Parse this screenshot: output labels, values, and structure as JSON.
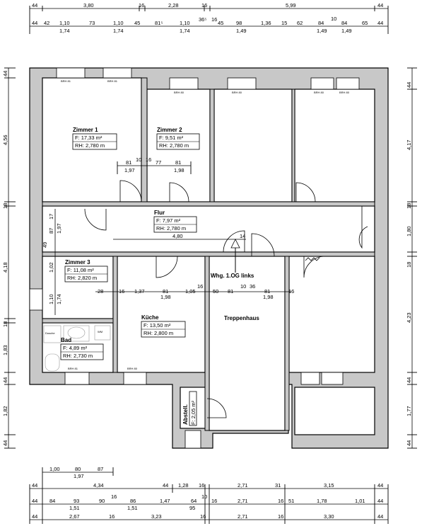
{
  "rooms": {
    "zimmer1": {
      "name": "Zimmer 1",
      "area": "F:   17,33 m²",
      "height": "RH: 2,780 m"
    },
    "zimmer2": {
      "name": "Zimmer 2",
      "area": "F:   9,51 m²",
      "height": "RH: 2,780 m"
    },
    "flur": {
      "name": "Flur",
      "area": "F:   7,97 m²",
      "height": "RH: 2,780 m"
    },
    "zimmer3": {
      "name": "Zimmer 3",
      "area": "F:   11,08 m²",
      "height": "RH: 2,820 m"
    },
    "kueche": {
      "name": "Küche",
      "area": "F:   13,50 m²",
      "height": "RH: 2,800 m"
    },
    "bad": {
      "name": "Bad",
      "area": "F:   4,89 m²",
      "height": "RH: 2,730 m"
    },
    "abstell": {
      "name": "Abstell.",
      "area": "F: 2,05 m²"
    },
    "treppenhaus": {
      "name": "Treppenhaus"
    },
    "whg": {
      "name": "Whg. 1.OG links"
    }
  },
  "fixtures": {
    "dusche": "Dusche",
    "wm": "WM"
  },
  "top_dims": {
    "row1": [
      "44",
      "3,80",
      "16",
      "2,28",
      "16",
      "5,99",
      "44"
    ],
    "row2": [
      "44",
      "42",
      "1,10",
      "73",
      "1,10",
      "45",
      "81⁵",
      "1,10",
      "36⁵",
      "16",
      "45",
      "98",
      "1,36",
      "15",
      "62",
      "84",
      "10",
      "84",
      "65",
      "44"
    ],
    "row3": [
      "1,74",
      "1,74",
      "1,74",
      "1,49",
      "1,49",
      "1,49"
    ]
  },
  "bottom_dims": {
    "row1": [
      "1,00",
      "80",
      "87",
      "1,97"
    ],
    "row2": [
      "44",
      "4,34",
      "44",
      "1,28",
      "16",
      "2,71",
      "31",
      "3,15",
      "44"
    ],
    "row3": [
      "44",
      "84",
      "93",
      "90",
      "16",
      "86",
      "1,47",
      "64",
      "10",
      "16",
      "2,71",
      "16",
      "51",
      "1,78",
      "1,01",
      "44"
    ],
    "row3b": [
      "1,51",
      "1,51",
      "95"
    ],
    "row4": [
      "44",
      "2,67",
      "16",
      "3,23",
      "16",
      "2,71",
      "16",
      "3,30",
      "44"
    ]
  },
  "left_dims": [
    "44",
    "4,56",
    "18",
    "4,18",
    "18",
    "1,83",
    "44",
    "1,82",
    "44"
  ],
  "right_dims": [
    "44",
    "4,17",
    "18",
    "1,80",
    "18",
    "4,23",
    "44",
    "1,77",
    "44"
  ],
  "inner_dims": {
    "z1z2": [
      "81",
      "10",
      "16",
      "77",
      "81",
      "1,97",
      "1,98"
    ],
    "flur_w": "4,80",
    "z3v": [
      "17",
      "87",
      "49",
      "1,97",
      "1,02",
      "1,74",
      "1,10"
    ],
    "mid": [
      "28",
      "16",
      "1,37",
      "81",
      "1,98",
      "1,05",
      "16",
      "50",
      "81",
      "10",
      "36",
      "81",
      "16",
      "1,98"
    ],
    "hall": "14"
  },
  "window_labels": {
    "brh": "BRH 81",
    "brh2": "BRH 80"
  }
}
